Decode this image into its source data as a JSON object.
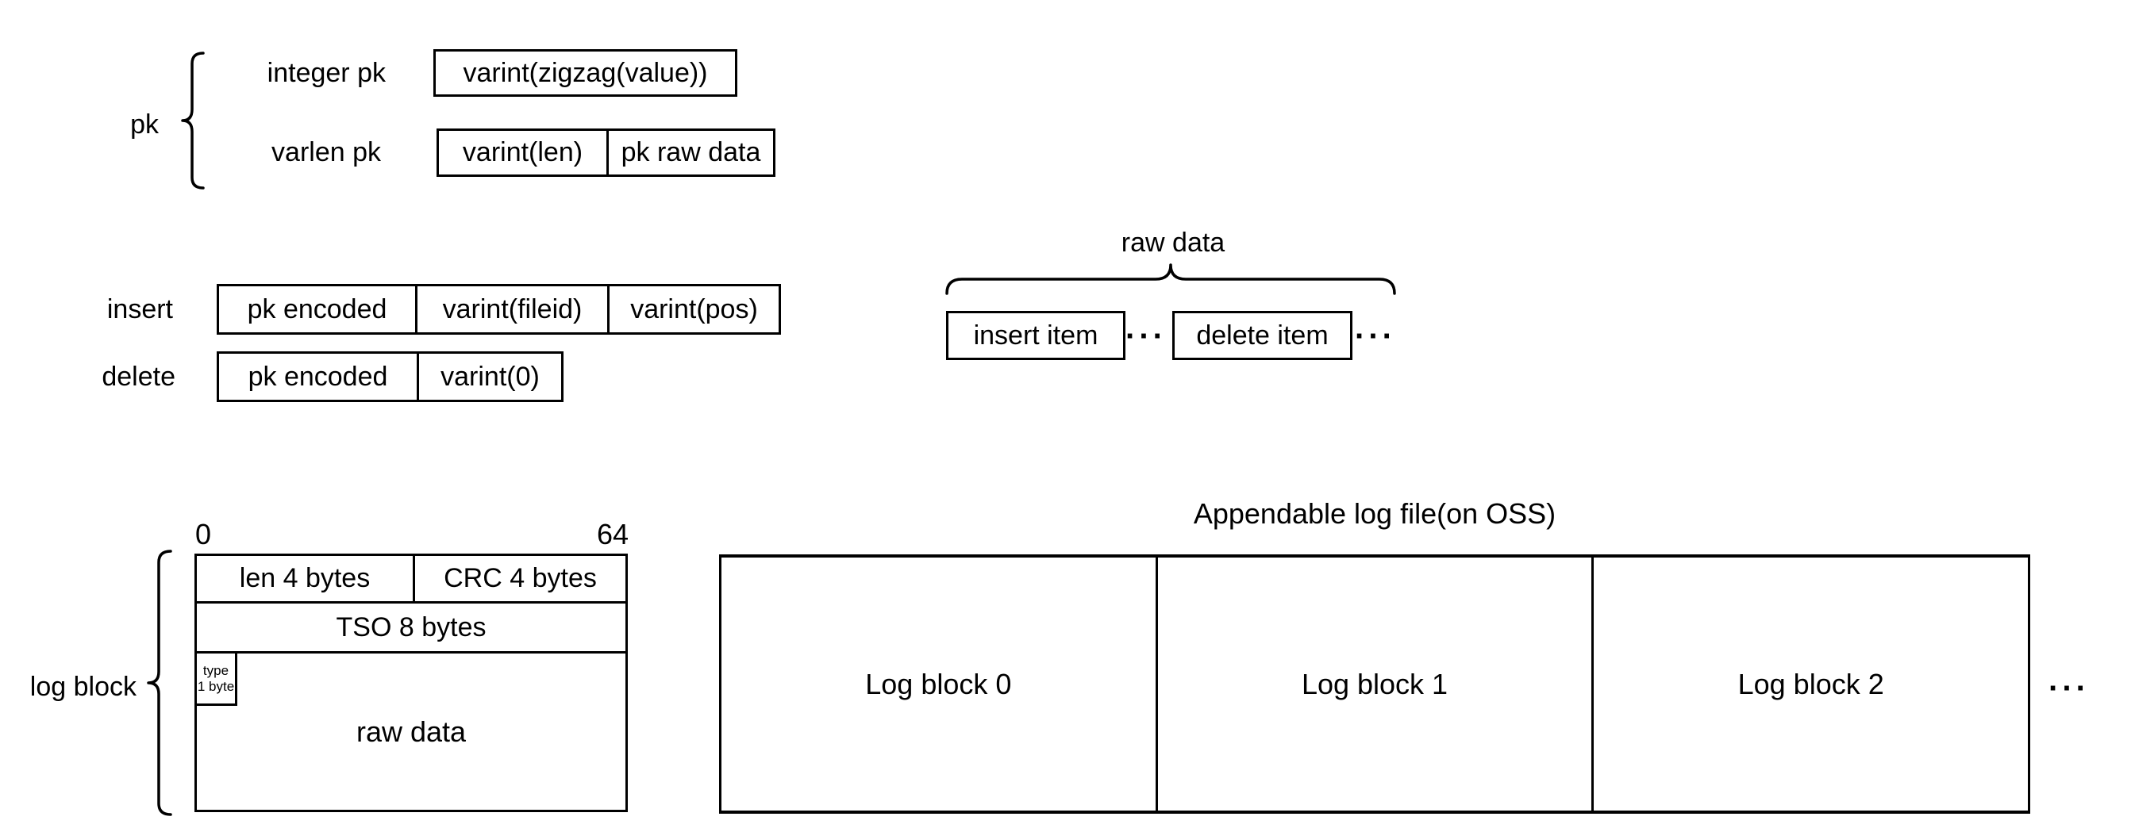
{
  "colors": {
    "background": "#ffffff",
    "ink": "#000000"
  },
  "pk_section": {
    "label": "pk",
    "rows": [
      {
        "label": "integer pk",
        "cells": [
          "varint(zigzag(value))"
        ]
      },
      {
        "label": "varlen pk",
        "cells": [
          "varint(len)",
          "pk raw data"
        ]
      }
    ]
  },
  "ops_section": {
    "rows": [
      {
        "label": "insert",
        "cells": [
          "pk encoded",
          "varint(fileid)",
          "varint(pos)"
        ]
      },
      {
        "label": "delete",
        "cells": [
          "pk encoded",
          "varint(0)"
        ]
      }
    ]
  },
  "raw_data_section": {
    "title": "raw data",
    "items": [
      {
        "label": "insert item",
        "ellipsis": "···"
      },
      {
        "label": "delete item",
        "ellipsis": "···"
      }
    ]
  },
  "log_block_section": {
    "label": "log block",
    "ruler": {
      "start": "0",
      "end": "64"
    },
    "row1": [
      "len 4 bytes",
      "CRC 4 bytes"
    ],
    "row2": "TSO 8 bytes",
    "type_box": {
      "line1": "type",
      "line2": "1 byte"
    },
    "row3": "raw data"
  },
  "appendable_section": {
    "title": "Appendable log file(on OSS)",
    "blocks": [
      "Log block 0",
      "Log block 1",
      "Log block 2"
    ],
    "ellipsis": "···"
  }
}
